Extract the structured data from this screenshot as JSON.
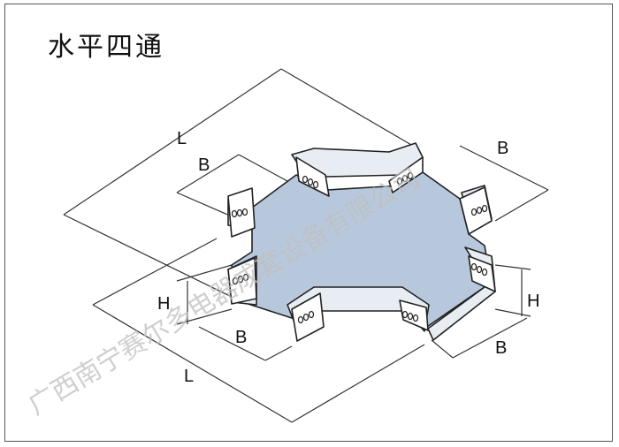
{
  "title": "水平四通",
  "dimension_labels": {
    "L_top": "L",
    "B_top_left": "B",
    "B_top_right": "B",
    "H_left": "H",
    "B_bottom_left": "B",
    "L_bottom": "L",
    "H_right": "H",
    "B_bottom_right": "B"
  },
  "watermark": "广西南宁赛尔多电器成套设备有限公司",
  "colors": {
    "tray_fill": "#b8c8dc",
    "tray_edge": "#222222",
    "wall_fill": "#e8edf3",
    "line": "#333333",
    "watermark": "#bfbfbf"
  }
}
